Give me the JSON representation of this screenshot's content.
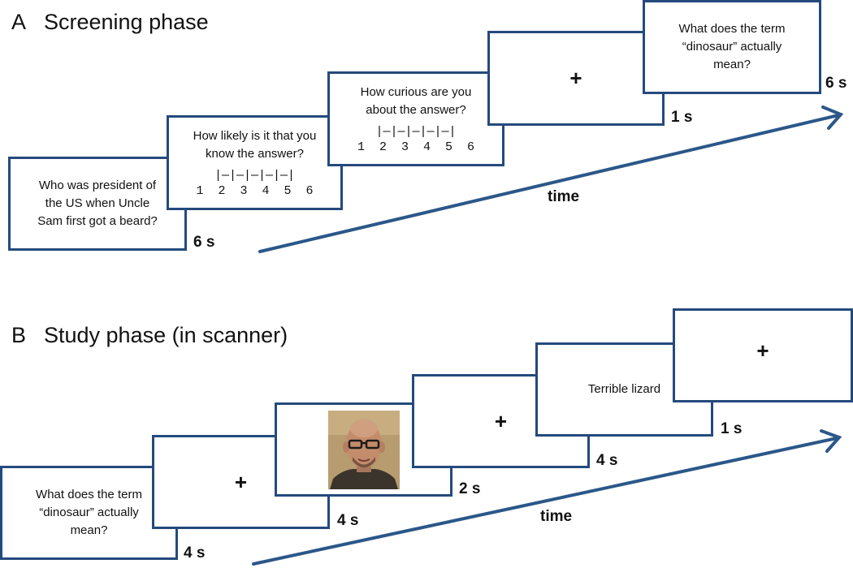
{
  "panel_a": {
    "letter": "A",
    "title": "Screening phase",
    "screens": {
      "question": "Who was president of\nthe US when Uncle\nSam first got a beard?",
      "confidence": {
        "prompt": "How likely is it that you\nknow the answer?",
        "scale": "|—|—|—|—|—|\n1  2  3  4  5  6"
      },
      "curiosity": {
        "prompt": "How curious are you\nabout the answer?",
        "scale": "|—|—|—|—|—|\n1  2  3  4  5  6"
      },
      "fixation": "+",
      "answer_question": "What does the term\n“dinosaur” actually\nmean?"
    },
    "durations": {
      "question": "6 s",
      "fixation": "1 s",
      "answer_question": "6 s"
    },
    "time_label": "time"
  },
  "panel_b": {
    "letter": "B",
    "title": "Study phase (in scanner)",
    "screens": {
      "question": "What does the term\n“dinosaur” actually\nmean?",
      "fixation1": "+",
      "fixation2": "+",
      "answer": "Terrible lizard",
      "fixation3": "+"
    },
    "durations": {
      "question": "4 s",
      "fixation1": "4 s",
      "face": "2 s",
      "fixation2": "4 s",
      "answer": "1 s"
    },
    "time_label": "time"
  },
  "colors": {
    "frame": "#244a7d",
    "arrow": "#2b5789"
  }
}
